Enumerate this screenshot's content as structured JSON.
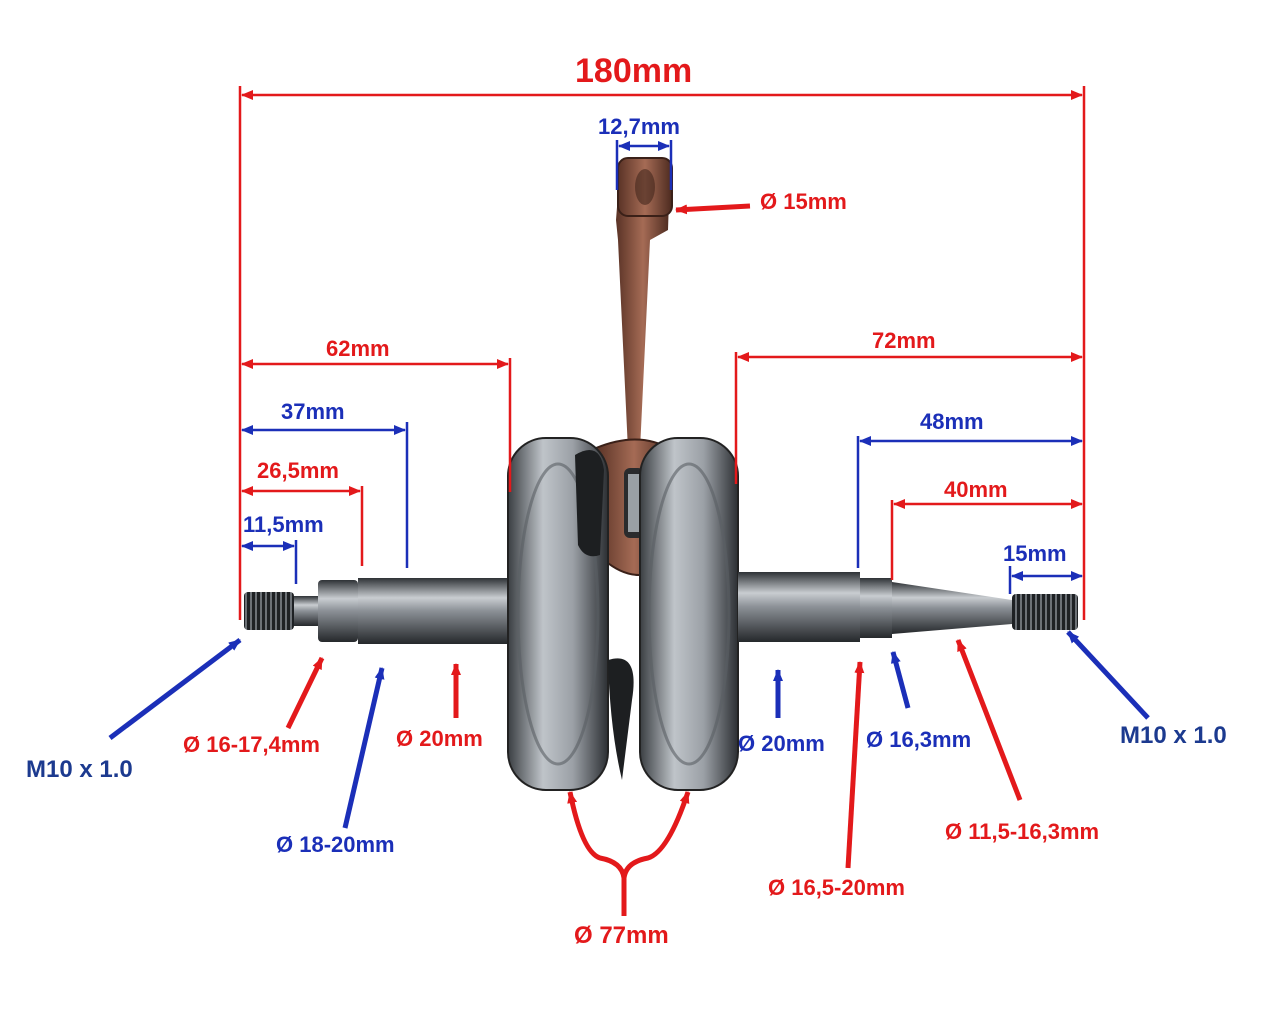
{
  "colors": {
    "dimension_red": "#e3191b",
    "dimension_blue": "#1b2fb8",
    "thread_label": "#1c3a8f",
    "steel": "#6e7378",
    "bronze": "#7a4a38"
  },
  "dimensions": {
    "overall_length": "180mm",
    "small_end_width": "12,7mm",
    "small_end_diameter": "Ø 15mm",
    "left_62": "62mm",
    "left_37": "37mm",
    "left_26_5": "26,5mm",
    "left_11_5": "11,5mm",
    "right_72": "72mm",
    "right_48": "48mm",
    "right_40": "40mm",
    "right_15": "15mm"
  },
  "diameters": {
    "left_thread": "M10 x 1.0",
    "left_16_17_4": "Ø 16-17,4mm",
    "left_20": "Ø 20mm",
    "left_18_20": "Ø 18-20mm",
    "right_20": "Ø 20mm",
    "right_16_3": "Ø 16,3mm",
    "right_thread": "M10 x 1.0",
    "right_11_5_16_3": "Ø 11,5-16,3mm",
    "right_16_5_20": "Ø 16,5-20mm",
    "flywheel_77": "Ø 77mm"
  }
}
